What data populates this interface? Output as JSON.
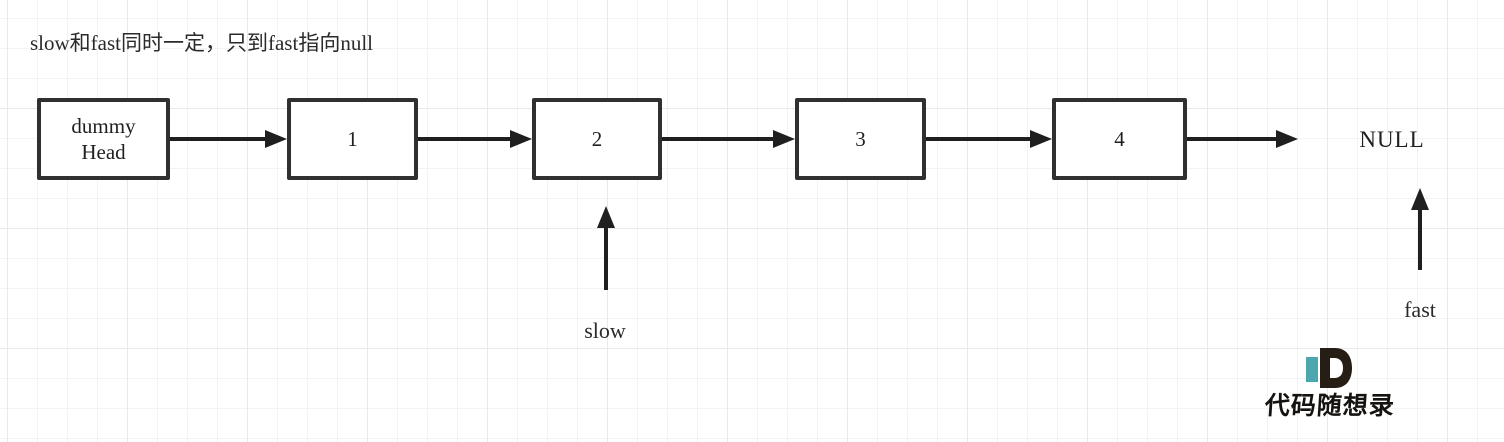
{
  "title": "slow和fast同时一定，只到fast指向null",
  "list": {
    "nodes": [
      {
        "label": "dummy\nHead"
      },
      {
        "label": "1"
      },
      {
        "label": "2"
      },
      {
        "label": "3"
      },
      {
        "label": "4"
      }
    ],
    "terminator": "NULL",
    "edges": [
      "dummyHead->1",
      "1->2",
      "2->3",
      "3->4",
      "4->NULL"
    ]
  },
  "pointers": {
    "slow": "slow",
    "fast": "fast"
  },
  "logo": {
    "brand": "代码随想录",
    "icon": "d-letter-icon"
  },
  "colors": {
    "box_border": "#303030",
    "arrow": "#1f1f1f",
    "grid_minor": "#f3f3f5",
    "grid_major": "#e9e9ec",
    "logo_teal": "#4BA7AD",
    "logo_ink": "#261D15"
  }
}
